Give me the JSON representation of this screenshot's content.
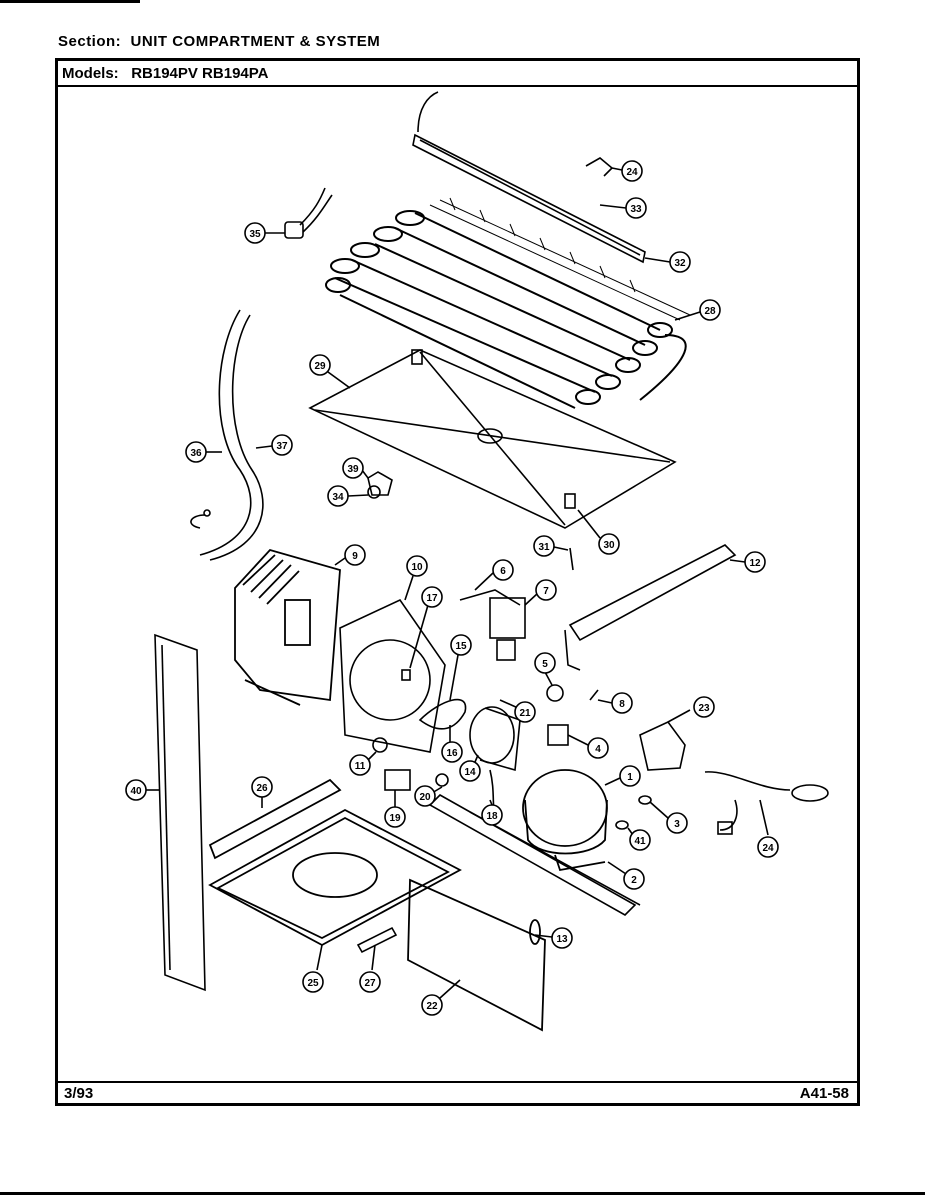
{
  "header": {
    "section_label": "Section:",
    "section_value": "UNIT COMPARTMENT & SYSTEM",
    "models_label": "Models:",
    "models_value": "RB194PV RB194PA"
  },
  "footer": {
    "date": "3/93",
    "page_code": "A41-58"
  },
  "callouts": [
    "24",
    "33",
    "32",
    "35",
    "28",
    "29",
    "36",
    "37",
    "39",
    "34",
    "31",
    "30",
    "9",
    "10",
    "17",
    "6",
    "7",
    "12",
    "40",
    "15",
    "5",
    "8",
    "21",
    "23",
    "4",
    "11",
    "16",
    "14",
    "26",
    "18",
    "19",
    "1",
    "3",
    "20",
    "41",
    "24",
    "2",
    "13",
    "25",
    "27",
    "22"
  ]
}
